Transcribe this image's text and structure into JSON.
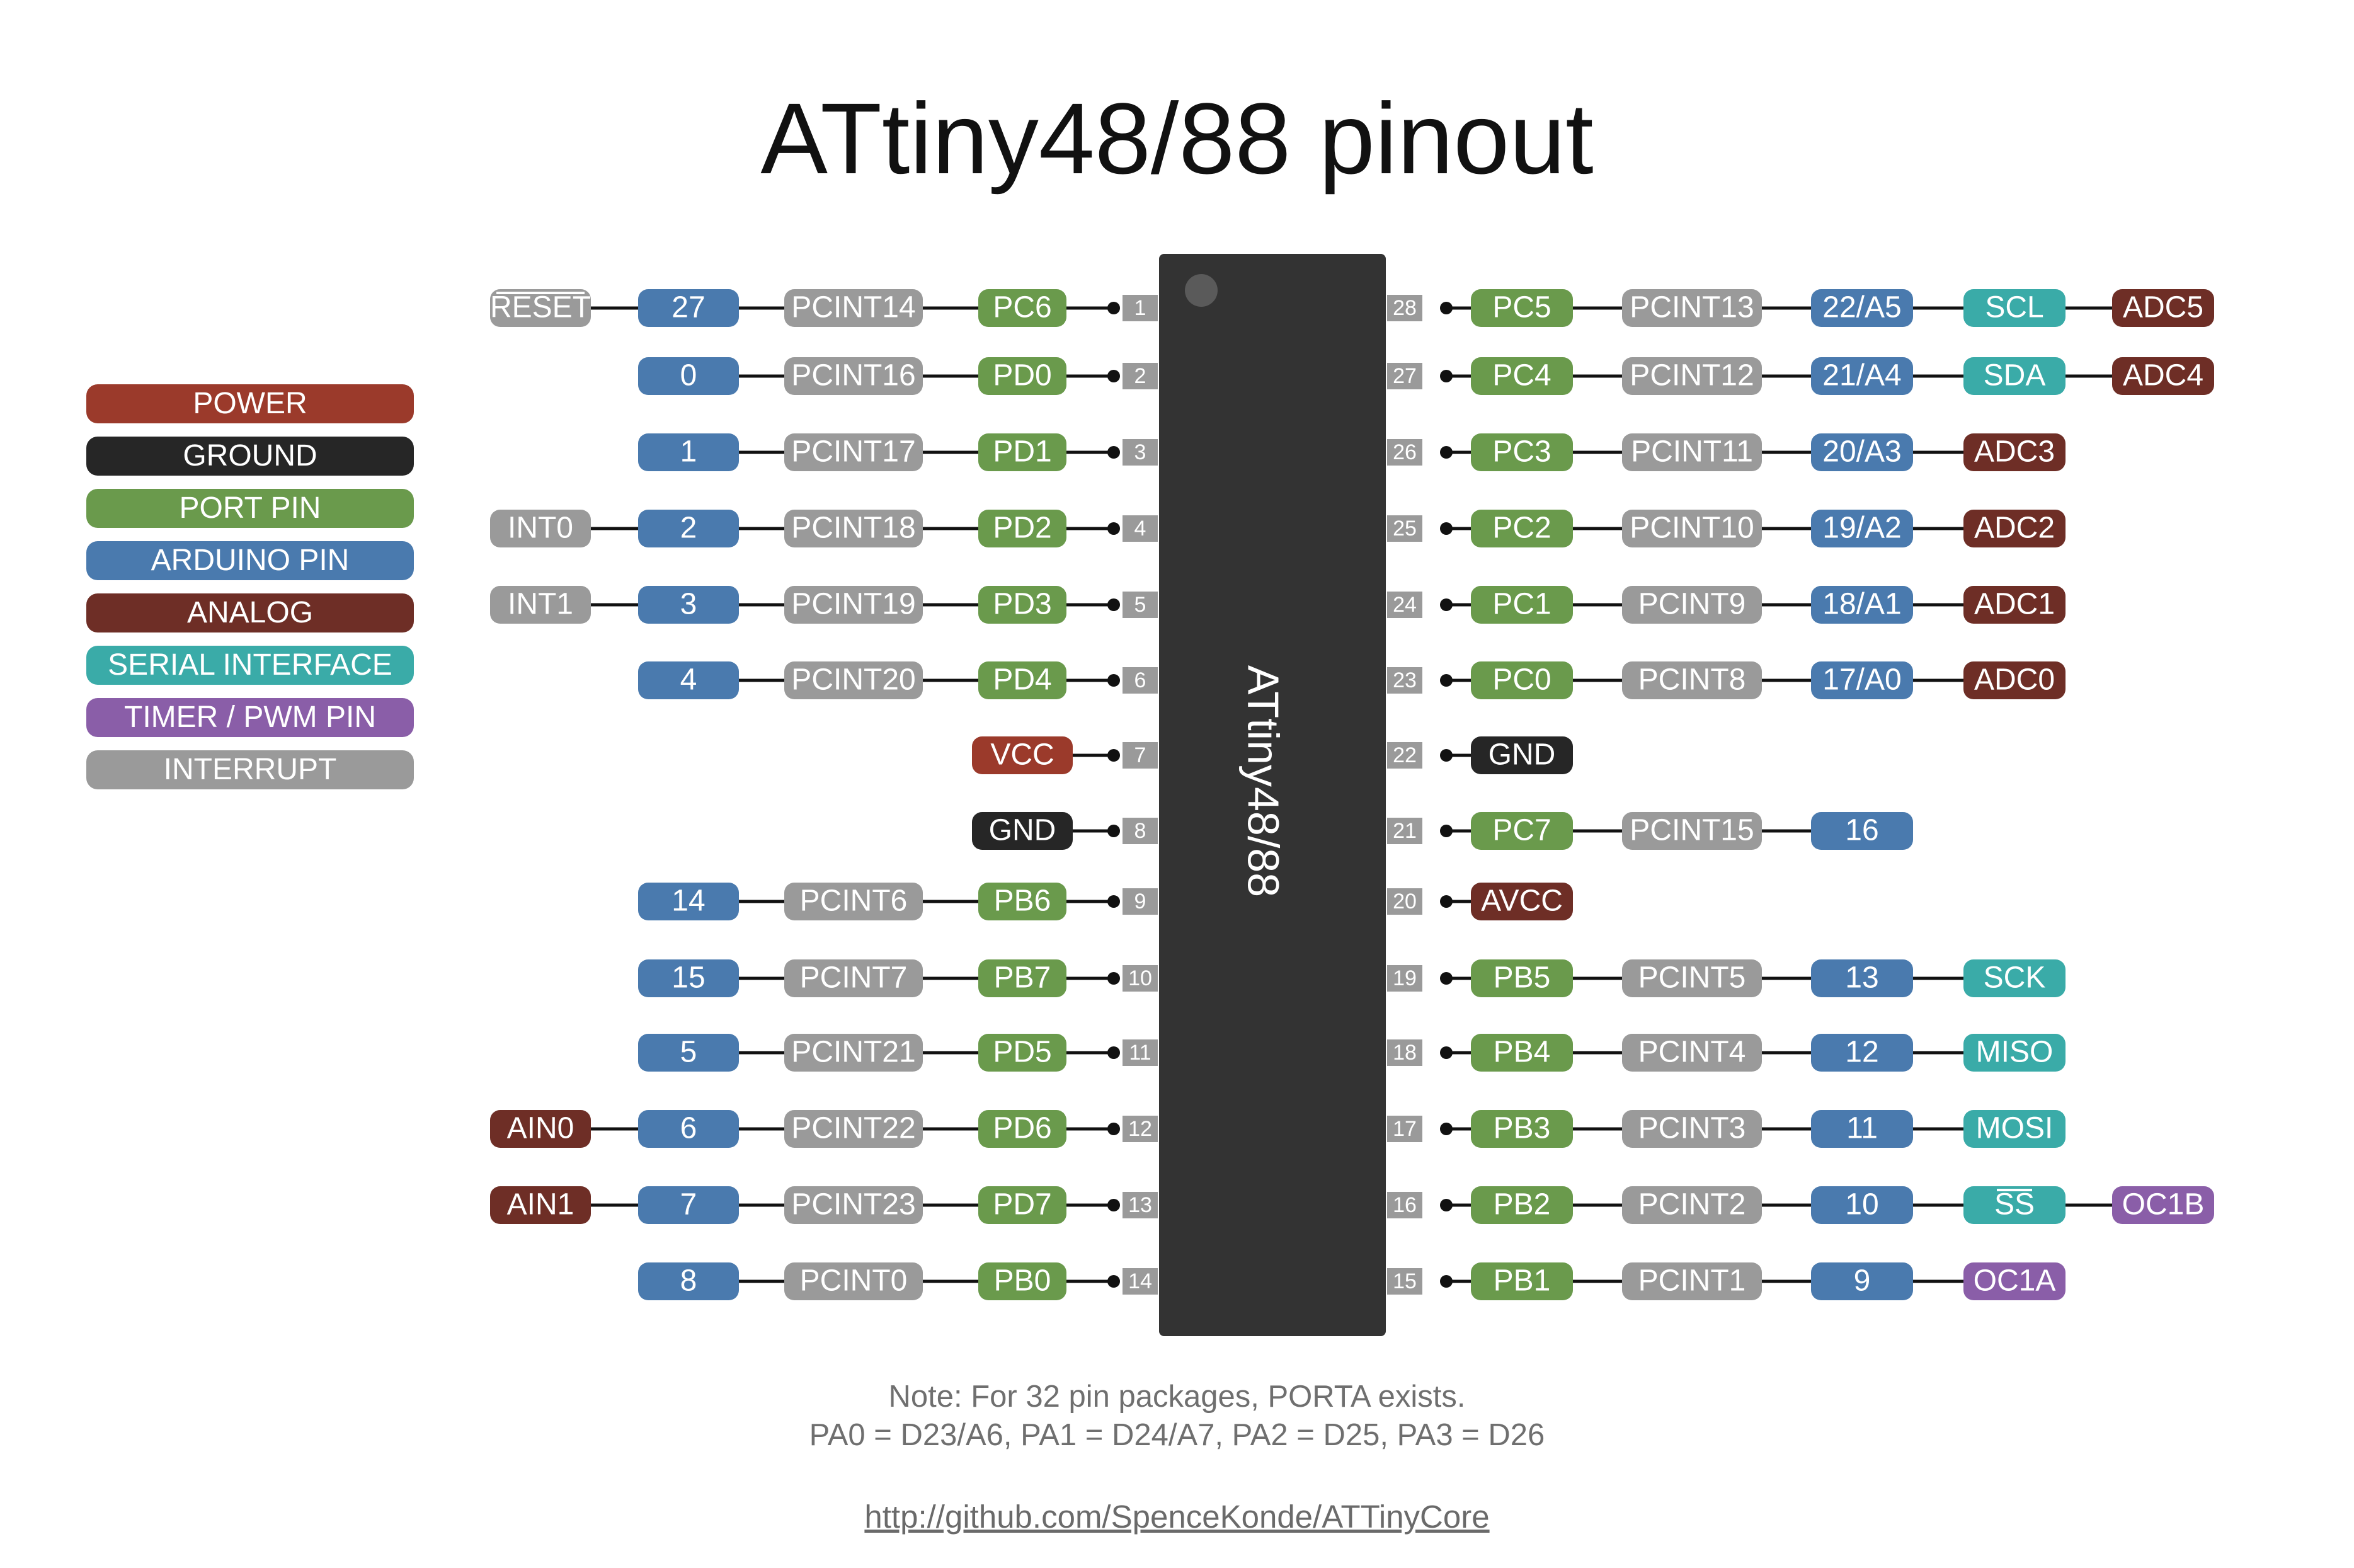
{
  "title": "ATtiny48/88 pinout",
  "chip_label": "ATtiny48/88",
  "colors": {
    "power": "#9b3a2b",
    "ground": "#262626",
    "port": "#6a9a4c",
    "arduino": "#4a7aae",
    "analog": "#6e2e26",
    "serial": "#3aaba8",
    "timer": "#8a5ea8",
    "interrupt": "#9a9a9a",
    "chip": "#333333",
    "pin_box": "#9a9a9a"
  },
  "legend": [
    {
      "label": "POWER",
      "type": "power"
    },
    {
      "label": "GROUND",
      "type": "ground"
    },
    {
      "label": "PORT PIN",
      "type": "port"
    },
    {
      "label": "ARDUINO PIN",
      "type": "arduino"
    },
    {
      "label": "ANALOG",
      "type": "analog"
    },
    {
      "label": "SERIAL INTERFACE",
      "type": "serial"
    },
    {
      "label": "TIMER / PWM PIN",
      "type": "timer"
    },
    {
      "label": "INTERRUPT",
      "type": "interrupt"
    }
  ],
  "left_pins": [
    {
      "pin": "1",
      "labels": [
        {
          "text": "PC6",
          "type": "port"
        },
        {
          "text": "PCINT14",
          "type": "interrupt"
        },
        {
          "text": "27",
          "type": "arduino"
        },
        {
          "text": "RESET",
          "type": "interrupt",
          "overline": true
        }
      ]
    },
    {
      "pin": "2",
      "labels": [
        {
          "text": "PD0",
          "type": "port"
        },
        {
          "text": "PCINT16",
          "type": "interrupt"
        },
        {
          "text": "0",
          "type": "arduino"
        }
      ]
    },
    {
      "pin": "3",
      "labels": [
        {
          "text": "PD1",
          "type": "port"
        },
        {
          "text": "PCINT17",
          "type": "interrupt"
        },
        {
          "text": "1",
          "type": "arduino"
        }
      ]
    },
    {
      "pin": "4",
      "labels": [
        {
          "text": "PD2",
          "type": "port"
        },
        {
          "text": "PCINT18",
          "type": "interrupt"
        },
        {
          "text": "2",
          "type": "arduino"
        },
        {
          "text": "INT0",
          "type": "interrupt"
        }
      ]
    },
    {
      "pin": "5",
      "labels": [
        {
          "text": "PD3",
          "type": "port"
        },
        {
          "text": "PCINT19",
          "type": "interrupt"
        },
        {
          "text": "3",
          "type": "arduino"
        },
        {
          "text": "INT1",
          "type": "interrupt"
        }
      ]
    },
    {
      "pin": "6",
      "labels": [
        {
          "text": "PD4",
          "type": "port"
        },
        {
          "text": "PCINT20",
          "type": "interrupt"
        },
        {
          "text": "4",
          "type": "arduino"
        }
      ]
    },
    {
      "pin": "7",
      "labels": [
        {
          "text": "VCC",
          "type": "power"
        }
      ]
    },
    {
      "pin": "8",
      "labels": [
        {
          "text": "GND",
          "type": "ground"
        }
      ]
    },
    {
      "pin": "9",
      "labels": [
        {
          "text": "PB6",
          "type": "port"
        },
        {
          "text": "PCINT6",
          "type": "interrupt"
        },
        {
          "text": "14",
          "type": "arduino"
        }
      ]
    },
    {
      "pin": "10",
      "labels": [
        {
          "text": "PB7",
          "type": "port"
        },
        {
          "text": "PCINT7",
          "type": "interrupt"
        },
        {
          "text": "15",
          "type": "arduino"
        }
      ]
    },
    {
      "pin": "11",
      "labels": [
        {
          "text": "PD5",
          "type": "port"
        },
        {
          "text": "PCINT21",
          "type": "interrupt"
        },
        {
          "text": "5",
          "type": "arduino"
        }
      ]
    },
    {
      "pin": "12",
      "labels": [
        {
          "text": "PD6",
          "type": "port"
        },
        {
          "text": "PCINT22",
          "type": "interrupt"
        },
        {
          "text": "6",
          "type": "arduino"
        },
        {
          "text": "AIN0",
          "type": "analog"
        }
      ]
    },
    {
      "pin": "13",
      "labels": [
        {
          "text": "PD7",
          "type": "port"
        },
        {
          "text": "PCINT23",
          "type": "interrupt"
        },
        {
          "text": "7",
          "type": "arduino"
        },
        {
          "text": "AIN1",
          "type": "analog"
        }
      ]
    },
    {
      "pin": "14",
      "labels": [
        {
          "text": "PB0",
          "type": "port"
        },
        {
          "text": "PCINT0",
          "type": "interrupt"
        },
        {
          "text": "8",
          "type": "arduino"
        }
      ]
    }
  ],
  "right_pins": [
    {
      "pin": "28",
      "labels": [
        {
          "text": "PC5",
          "type": "port"
        },
        {
          "text": "PCINT13",
          "type": "interrupt"
        },
        {
          "text": "22/A5",
          "type": "arduino"
        },
        {
          "text": "SCL",
          "type": "serial"
        },
        {
          "text": "ADC5",
          "type": "analog"
        }
      ]
    },
    {
      "pin": "27",
      "labels": [
        {
          "text": "PC4",
          "type": "port"
        },
        {
          "text": "PCINT12",
          "type": "interrupt"
        },
        {
          "text": "21/A4",
          "type": "arduino"
        },
        {
          "text": "SDA",
          "type": "serial"
        },
        {
          "text": "ADC4",
          "type": "analog"
        }
      ]
    },
    {
      "pin": "26",
      "labels": [
        {
          "text": "PC3",
          "type": "port"
        },
        {
          "text": "PCINT11",
          "type": "interrupt"
        },
        {
          "text": "20/A3",
          "type": "arduino"
        },
        {
          "text": "ADC3",
          "type": "analog"
        }
      ]
    },
    {
      "pin": "25",
      "labels": [
        {
          "text": "PC2",
          "type": "port"
        },
        {
          "text": "PCINT10",
          "type": "interrupt"
        },
        {
          "text": "19/A2",
          "type": "arduino"
        },
        {
          "text": "ADC2",
          "type": "analog"
        }
      ]
    },
    {
      "pin": "24",
      "labels": [
        {
          "text": "PC1",
          "type": "port"
        },
        {
          "text": "PCINT9",
          "type": "interrupt"
        },
        {
          "text": "18/A1",
          "type": "arduino"
        },
        {
          "text": "ADC1",
          "type": "analog"
        }
      ]
    },
    {
      "pin": "23",
      "labels": [
        {
          "text": "PC0",
          "type": "port"
        },
        {
          "text": "PCINT8",
          "type": "interrupt"
        },
        {
          "text": "17/A0",
          "type": "arduino"
        },
        {
          "text": "ADC0",
          "type": "analog"
        }
      ]
    },
    {
      "pin": "22",
      "labels": [
        {
          "text": "GND",
          "type": "ground"
        }
      ]
    },
    {
      "pin": "21",
      "labels": [
        {
          "text": "PC7",
          "type": "port"
        },
        {
          "text": "PCINT15",
          "type": "interrupt"
        },
        {
          "text": "16",
          "type": "arduino"
        }
      ]
    },
    {
      "pin": "20",
      "labels": [
        {
          "text": "AVCC",
          "type": "analog"
        }
      ]
    },
    {
      "pin": "19",
      "labels": [
        {
          "text": "PB5",
          "type": "port"
        },
        {
          "text": "PCINT5",
          "type": "interrupt"
        },
        {
          "text": "13",
          "type": "arduino"
        },
        {
          "text": "SCK",
          "type": "serial"
        }
      ]
    },
    {
      "pin": "18",
      "labels": [
        {
          "text": "PB4",
          "type": "port"
        },
        {
          "text": "PCINT4",
          "type": "interrupt"
        },
        {
          "text": "12",
          "type": "arduino"
        },
        {
          "text": "MISO",
          "type": "serial"
        }
      ]
    },
    {
      "pin": "17",
      "labels": [
        {
          "text": "PB3",
          "type": "port"
        },
        {
          "text": "PCINT3",
          "type": "interrupt"
        },
        {
          "text": "11",
          "type": "arduino"
        },
        {
          "text": "MOSI",
          "type": "serial"
        }
      ]
    },
    {
      "pin": "16",
      "labels": [
        {
          "text": "PB2",
          "type": "port"
        },
        {
          "text": "PCINT2",
          "type": "interrupt"
        },
        {
          "text": "10",
          "type": "arduino"
        },
        {
          "text": "SS",
          "type": "serial",
          "overline": true
        },
        {
          "text": "OC1B",
          "type": "timer"
        }
      ]
    },
    {
      "pin": "15",
      "labels": [
        {
          "text": "PB1",
          "type": "port"
        },
        {
          "text": "PCINT1",
          "type": "interrupt"
        },
        {
          "text": "9",
          "type": "arduino"
        },
        {
          "text": "OC1A",
          "type": "timer"
        }
      ]
    }
  ],
  "note_line1": "Note: For 32 pin packages, PORTA exists.",
  "note_line2": "PA0 = D23/A6, PA1 = D24/A7, PA2 = D25, PA3 = D26",
  "link": "http://github.com/SpenceKonde/ATTinyCore"
}
